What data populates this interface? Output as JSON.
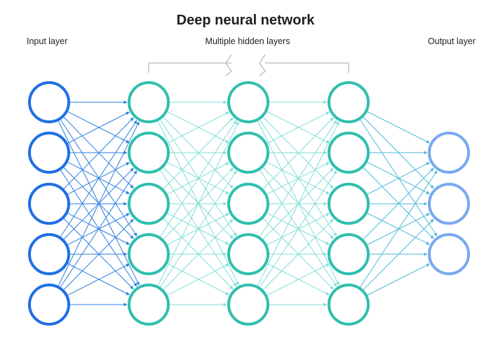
{
  "title": "Deep neural network",
  "labels": {
    "input": "Input layer",
    "hidden": "Multiple hidden layers",
    "output": "Output layer"
  },
  "network": {
    "layers": [
      {
        "name": "input",
        "nodes": 5,
        "color": "#1f6fe5"
      },
      {
        "name": "hidden-1",
        "nodes": 5,
        "color": "#2fbfae"
      },
      {
        "name": "hidden-2",
        "nodes": 5,
        "color": "#2fbfae"
      },
      {
        "name": "hidden-3",
        "nodes": 5,
        "color": "#2fbfae"
      },
      {
        "name": "output",
        "nodes": 3,
        "color": "#78a9f0"
      }
    ],
    "edge_colors": [
      "#2a7ee0",
      "#7fddd6",
      "#7fddd6",
      "#49b9d8"
    ],
    "bracket_color": "#b9b9b9",
    "connection": "fully-connected"
  }
}
